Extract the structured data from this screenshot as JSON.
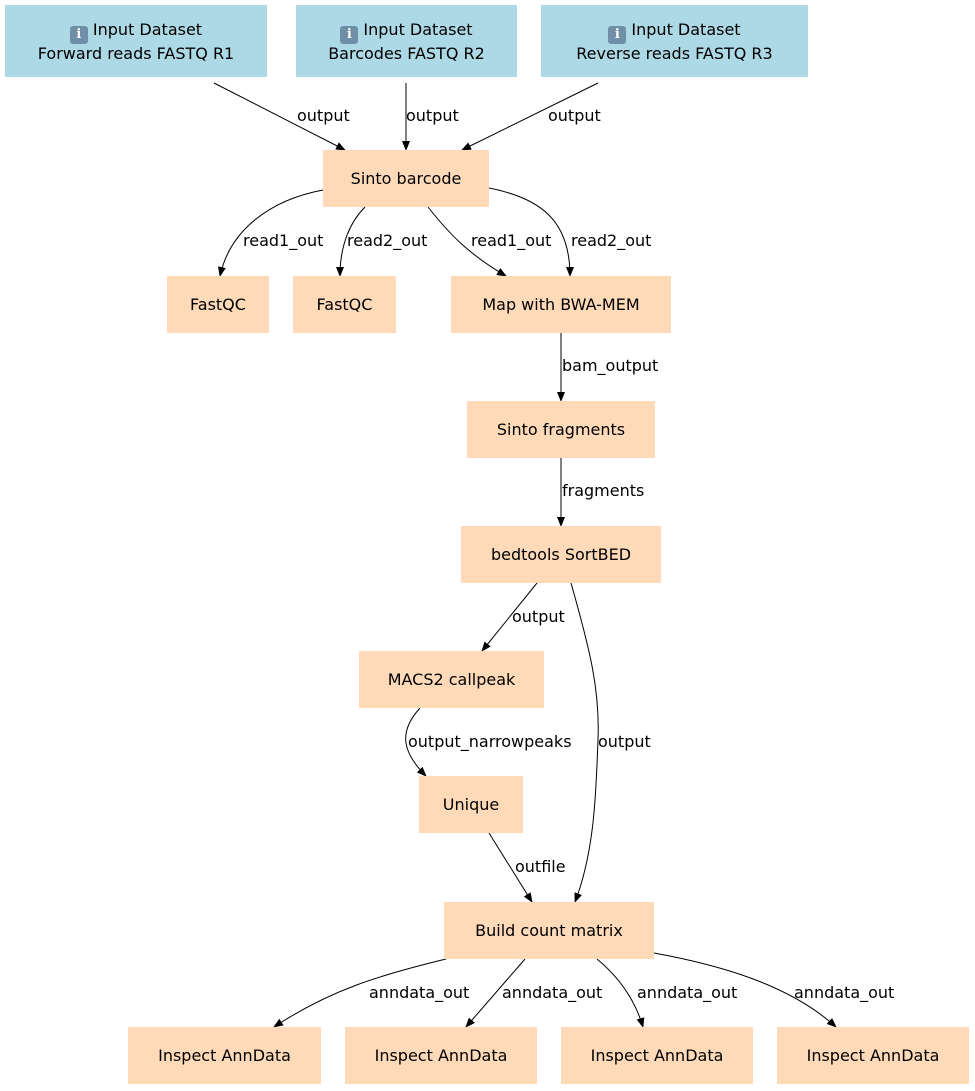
{
  "colors": {
    "input_fill": "#add8e6",
    "step_fill": "#ffdab9",
    "edge": "#000000"
  },
  "nodes": [
    {
      "id": "in1",
      "kind": "input",
      "icon": "info-icon",
      "title": "Input Dataset",
      "subtitle": "Forward reads FASTQ R1"
    },
    {
      "id": "in2",
      "kind": "input",
      "icon": "info-icon",
      "title": "Input Dataset",
      "subtitle": "Barcodes FASTQ R2"
    },
    {
      "id": "in3",
      "kind": "input",
      "icon": "info-icon",
      "title": "Input Dataset",
      "subtitle": "Reverse reads FASTQ R3"
    },
    {
      "id": "sinto_barcode",
      "kind": "step",
      "title": "Sinto barcode"
    },
    {
      "id": "fastqc1",
      "kind": "step",
      "title": "FastQC"
    },
    {
      "id": "fastqc2",
      "kind": "step",
      "title": "FastQC"
    },
    {
      "id": "bwa",
      "kind": "step",
      "title": "Map with BWA-MEM"
    },
    {
      "id": "sinto_frag",
      "kind": "step",
      "title": "Sinto fragments"
    },
    {
      "id": "sortbed",
      "kind": "step",
      "title": "bedtools SortBED"
    },
    {
      "id": "macs2",
      "kind": "step",
      "title": "MACS2 callpeak"
    },
    {
      "id": "unique",
      "kind": "step",
      "title": "Unique"
    },
    {
      "id": "countmatrix",
      "kind": "step",
      "title": "Build count matrix"
    },
    {
      "id": "inspect1",
      "kind": "step",
      "title": "Inspect AnnData"
    },
    {
      "id": "inspect2",
      "kind": "step",
      "title": "Inspect AnnData"
    },
    {
      "id": "inspect3",
      "kind": "step",
      "title": "Inspect AnnData"
    },
    {
      "id": "inspect4",
      "kind": "step",
      "title": "Inspect AnnData"
    }
  ],
  "edges": [
    {
      "id": "e1",
      "from": "in1",
      "to": "sinto_barcode",
      "label": "output"
    },
    {
      "id": "e2",
      "from": "in2",
      "to": "sinto_barcode",
      "label": "output"
    },
    {
      "id": "e3",
      "from": "in3",
      "to": "sinto_barcode",
      "label": "output"
    },
    {
      "id": "e4",
      "from": "sinto_barcode",
      "to": "fastqc1",
      "label": "read1_out"
    },
    {
      "id": "e5",
      "from": "sinto_barcode",
      "to": "fastqc2",
      "label": "read2_out"
    },
    {
      "id": "e6",
      "from": "sinto_barcode",
      "to": "bwa",
      "label": "read1_out"
    },
    {
      "id": "e7",
      "from": "sinto_barcode",
      "to": "bwa",
      "label": "read2_out"
    },
    {
      "id": "e8",
      "from": "bwa",
      "to": "sinto_frag",
      "label": "bam_output"
    },
    {
      "id": "e9",
      "from": "sinto_frag",
      "to": "sortbed",
      "label": "fragments"
    },
    {
      "id": "e10",
      "from": "sortbed",
      "to": "macs2",
      "label": "output"
    },
    {
      "id": "e11",
      "from": "sortbed",
      "to": "countmatrix",
      "label": "output"
    },
    {
      "id": "e12",
      "from": "macs2",
      "to": "unique",
      "label": "output_narrowpeaks"
    },
    {
      "id": "e13",
      "from": "unique",
      "to": "countmatrix",
      "label": "outfile"
    },
    {
      "id": "e14",
      "from": "countmatrix",
      "to": "inspect1",
      "label": "anndata_out"
    },
    {
      "id": "e15",
      "from": "countmatrix",
      "to": "inspect2",
      "label": "anndata_out"
    },
    {
      "id": "e16",
      "from": "countmatrix",
      "to": "inspect3",
      "label": "anndata_out"
    },
    {
      "id": "e17",
      "from": "countmatrix",
      "to": "inspect4",
      "label": "anndata_out"
    }
  ]
}
